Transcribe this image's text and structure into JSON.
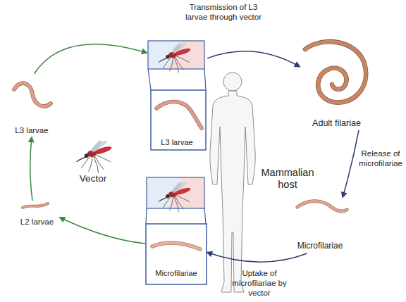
{
  "diagram": {
    "nodes": [
      {
        "text": [
          "L3 larvae"
        ]
      },
      {
        "text": [
          "L3 larvae"
        ]
      },
      {
        "text": [
          "Adult filariae"
        ]
      },
      {
        "text": [
          "Microfilariae"
        ]
      },
      {
        "text": [
          "Microfilariae"
        ]
      },
      {
        "text": [
          "L2 larvae"
        ]
      }
    ],
    "edges": [
      {
        "from": 0,
        "to": 1,
        "arrow": "to"
      },
      {
        "from": 1,
        "to": 2,
        "arrow": "to",
        "label": "Transmission of L3 larvae through vector"
      },
      {
        "from": 2,
        "to": 3,
        "arrow": "to",
        "label": "Release of microfilariae"
      },
      {
        "from": 3,
        "to": 4,
        "arrow": "to",
        "label": "Uptake of microfilariae by vector"
      },
      {
        "from": 4,
        "to": 5,
        "arrow": "to"
      },
      {
        "from": 5,
        "to": 0,
        "arrow": "to"
      }
    ],
    "labels": [
      "Vector",
      "Mammalian host"
    ]
  }
}
